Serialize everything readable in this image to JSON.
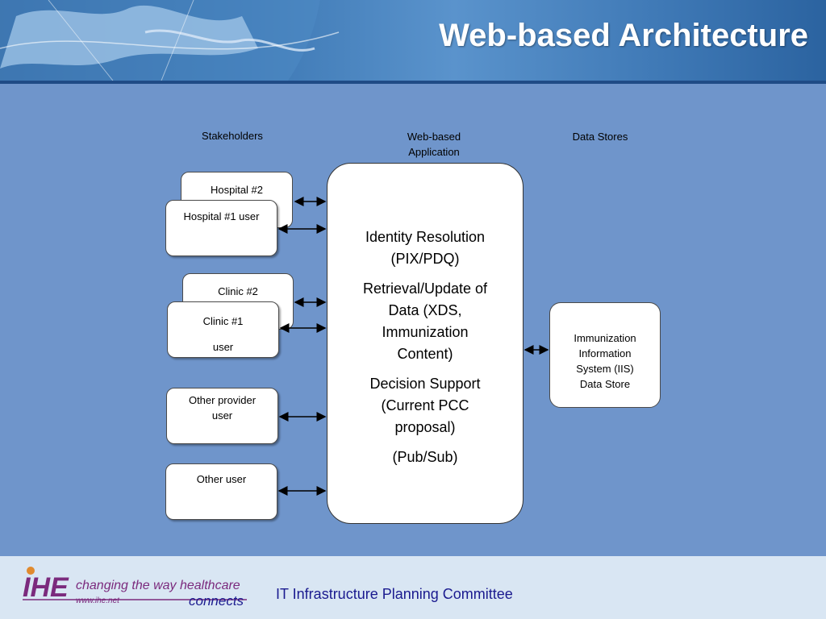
{
  "slide": {
    "title": "Web-based Architecture",
    "footer_title": "IT Infrastructure Planning Committee"
  },
  "columns": {
    "stakeholders": "Stakeholders",
    "web_app_line1": "Web-based",
    "web_app_line2": "Application",
    "data_stores": "Data Stores"
  },
  "stakeholders": {
    "hospital2": "Hospital #2",
    "hospital1": "Hospital #1 user",
    "clinic2": "Clinic #2",
    "clinic1_line1": "Clinic #1",
    "clinic1_line2": "user",
    "other_provider_line1": "Other provider",
    "other_provider_line2": "user",
    "other_user": "Other user"
  },
  "application": {
    "item1": "Identity Resolution (PIX/PDQ)",
    "item2": "Retrieval/Update of Data (XDS, Immunization Content)",
    "item3": "Decision Support (Current PCC proposal)",
    "item4": "(Pub/Sub)"
  },
  "data_store": {
    "line1": "Immunization",
    "line2": "Information",
    "line3": "System (IIS)",
    "line4": "Data Store"
  },
  "logo": {
    "brand": "IHE",
    "tagline": "changing the way healthcare",
    "url": "www.ihe.net",
    "connects": "connects"
  },
  "colors": {
    "background": "#6f95cb",
    "header": "#3d78b4",
    "footer": "#d9e6f3",
    "logo_purple": "#7b2a7d",
    "footer_text": "#1a1a8f"
  }
}
